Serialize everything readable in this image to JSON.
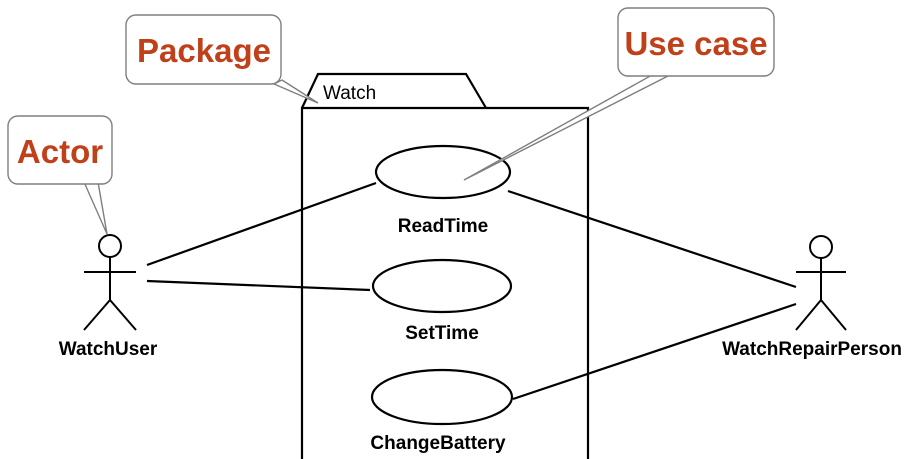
{
  "package": {
    "name": "Watch"
  },
  "use_cases": [
    {
      "label": "ReadTime"
    },
    {
      "label": "SetTime"
    },
    {
      "label": "ChangeBattery"
    }
  ],
  "actors": [
    {
      "label": "WatchUser"
    },
    {
      "label": "WatchRepairPerson"
    }
  ],
  "callouts": {
    "package": "Package",
    "use_case": "Use case",
    "actor": "Actor"
  },
  "colors": {
    "callout_text": "#c0401a",
    "callout_border": "#7f7f7f",
    "line": "#000000"
  }
}
